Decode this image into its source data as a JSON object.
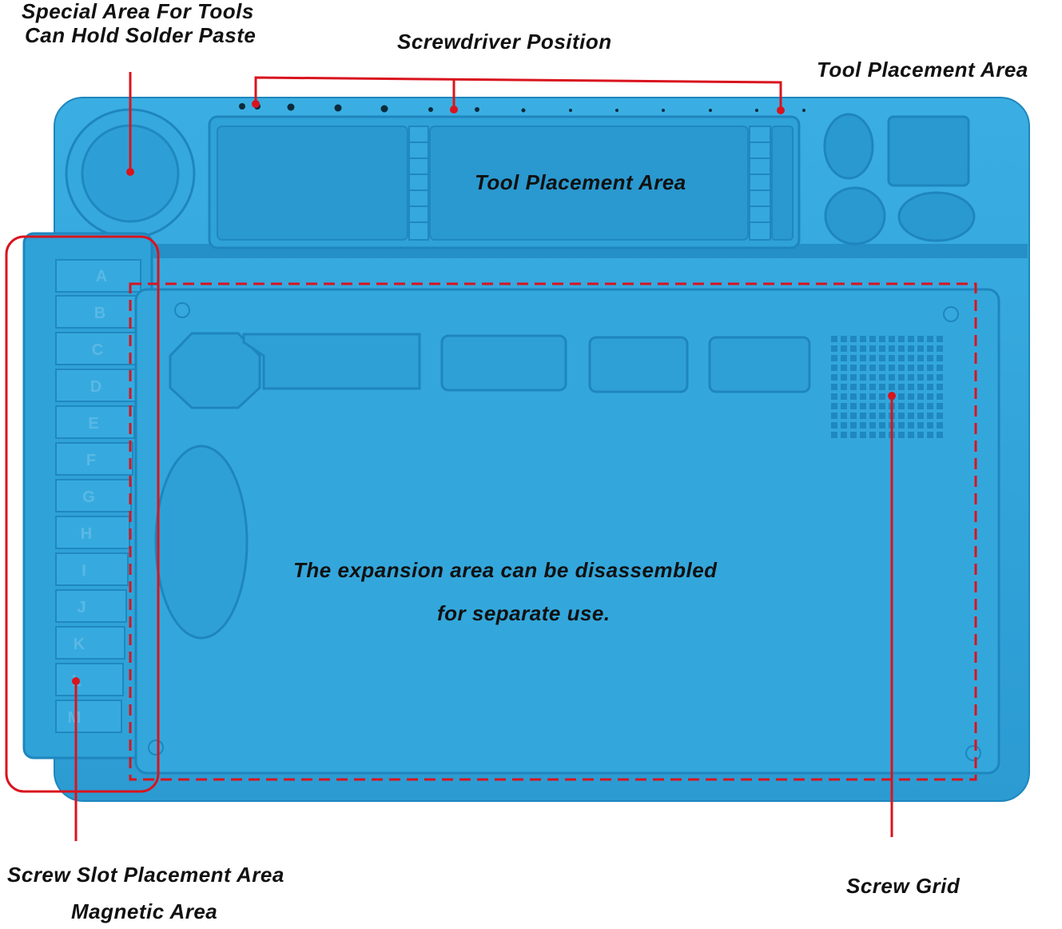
{
  "labels": {
    "special_area_line1": "Special Area For Tools",
    "special_area_line2": "Can Hold Solder Paste",
    "screwdriver_position": "Screwdriver Position",
    "tool_placement_top_right": "Tool Placement Area",
    "tool_placement_center": "Tool Placement Area",
    "expansion_line1": "The expansion area can be disassembled",
    "expansion_line2": "for separate use.",
    "screw_grid": "Screw Grid",
    "screw_slot": "Screw Slot Placement Area",
    "magnetic_area": "Magnetic Area"
  },
  "slot_letters": [
    "A",
    "B",
    "C",
    "D",
    "E",
    "F",
    "G",
    "H",
    "I",
    "J",
    "K",
    "L",
    "M"
  ],
  "colors": {
    "mat": "#2ea3d9",
    "mat_dark": "#1e86bd",
    "mat_light": "#57bde8",
    "annotation": "#d9141e",
    "text": "#111111"
  }
}
